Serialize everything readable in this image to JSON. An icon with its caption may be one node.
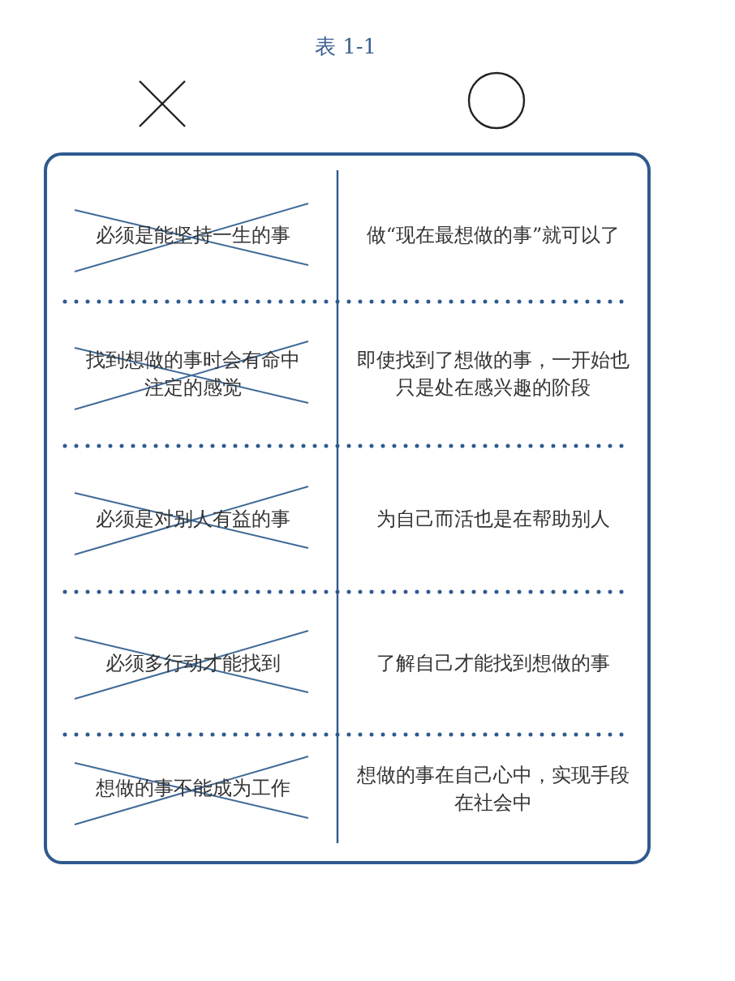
{
  "diagram": {
    "title": "表 1-1",
    "labels": [
      "必须是能坚持一生的事",
      "做“现在最想做的事”就可以了",
      "找到想做的事时会有命中注定的感觉",
      "即使找到了想做的事，一开始也只是处在感兴趣的阶段",
      "必须是对别人有益的事",
      "为自己而活也是在帮助别人",
      "必须多行动才能找到",
      "了解自己才能找到想做的事",
      "想做的事不能成为工作",
      "想做的事在自己心中，实现手段在社会中"
    ]
  }
}
